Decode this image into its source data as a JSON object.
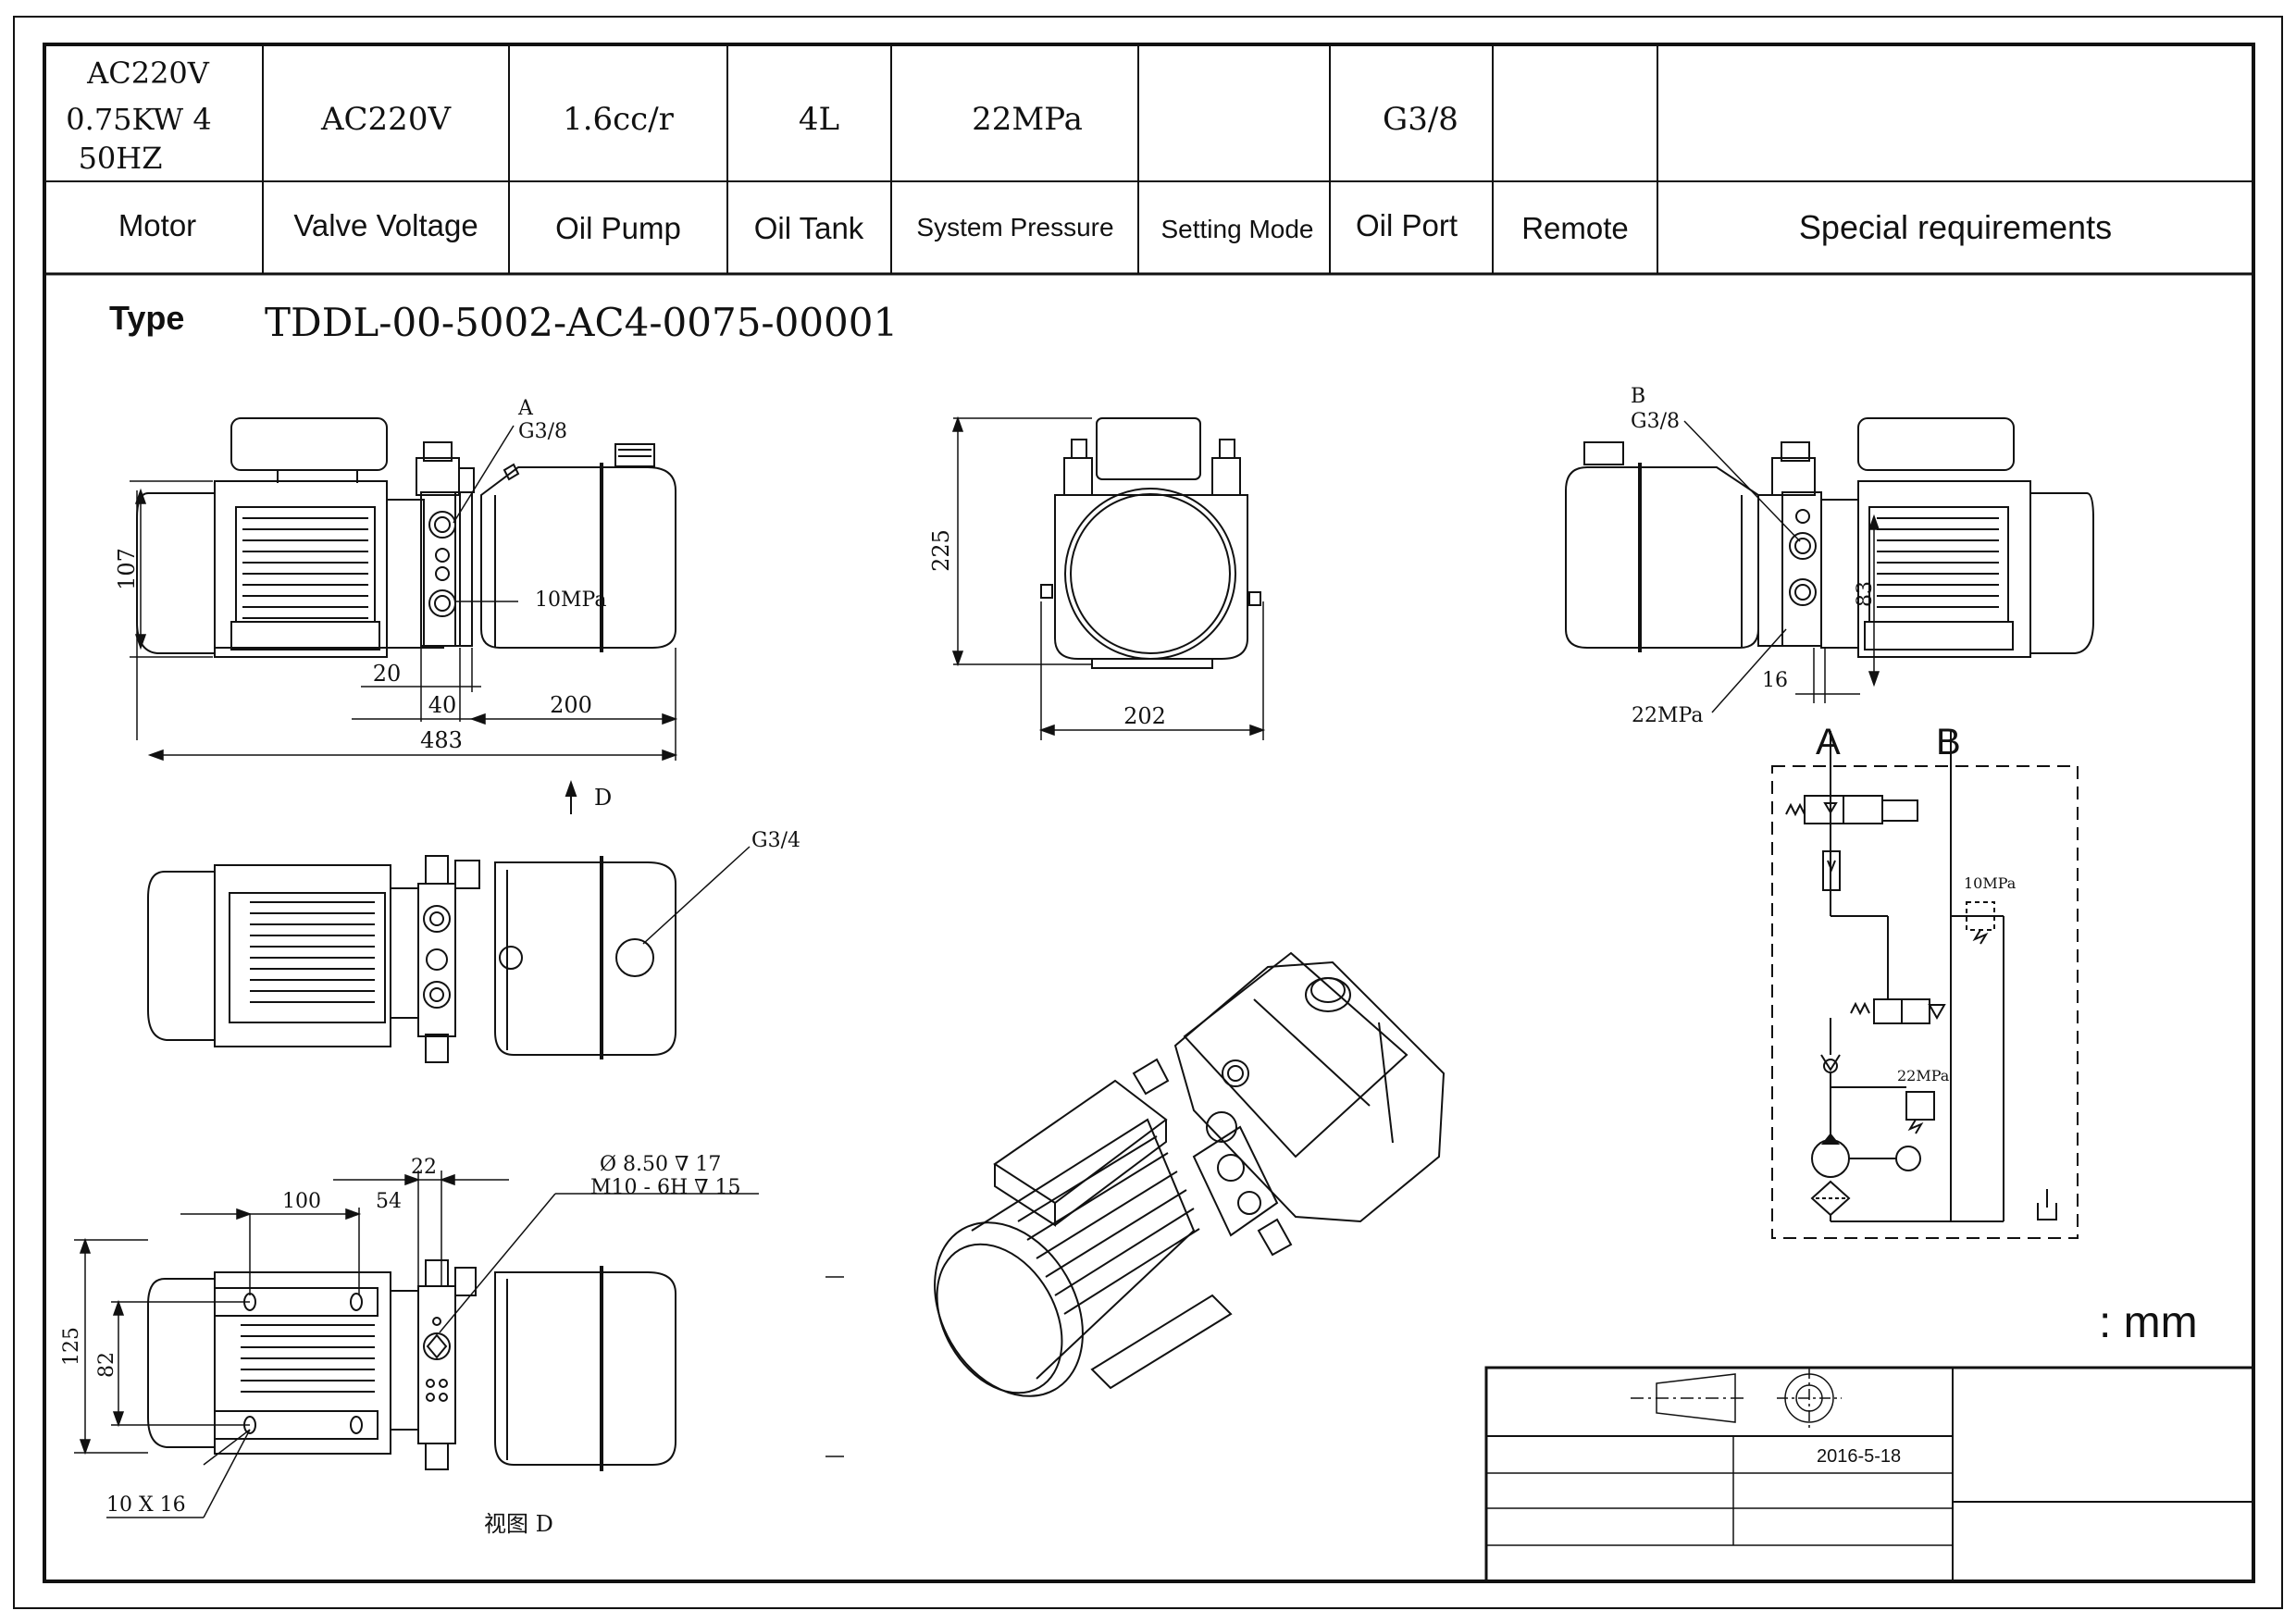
{
  "spec_table": {
    "values": [
      "AC220V 0.75KW 4 50HZ",
      "AC220V",
      "1.6cc/r",
      "4L",
      "22MPa",
      "",
      "G3/8",
      "",
      ""
    ],
    "motor_value_lines": [
      "AC220V",
      "0.75KW 4",
      "50HZ"
    ],
    "headers": [
      "Motor",
      "Valve Voltage",
      "Oil Pump",
      "Oil Tank",
      "System Pressure",
      "Setting Mode",
      "Oil Port",
      "Remote",
      "Special requirements"
    ]
  },
  "type_line": {
    "label": "Type",
    "value": "TDDL-00-5002-AC4-0075-00001"
  },
  "front_view": {
    "port_label_a": "A",
    "port_label_a_thread": "G3/8",
    "relief_label": "10MPa",
    "dims": {
      "height": "107",
      "d20": "20",
      "d40": "40",
      "d200": "200",
      "total": "483"
    }
  },
  "side_view": {
    "height": "225",
    "width": "202"
  },
  "rear_view": {
    "port_label_b": "B",
    "port_label_b_thread": "G3/8",
    "pressure_label": "22MPa",
    "d83": "83",
    "d16": "16"
  },
  "view_arrow": {
    "label": "D"
  },
  "top_view": {
    "fill_port": "G3/4"
  },
  "bottom_view": {
    "hole_spec_1": "Ø 8.50 ∇ 17",
    "hole_spec_2": "M10 - 6H ∇ 15",
    "dims": {
      "d100": "100",
      "d54": "54",
      "d22": "22",
      "d125": "125",
      "d82": "82",
      "slot": "10 X 16"
    },
    "caption": "视图 D"
  },
  "schematic": {
    "port_a": "A",
    "port_b": "B",
    "relief_1": "10MPa",
    "relief_2": "22MPa"
  },
  "unit_note": ": mm",
  "title_block": {
    "date": "2016-5-18"
  }
}
